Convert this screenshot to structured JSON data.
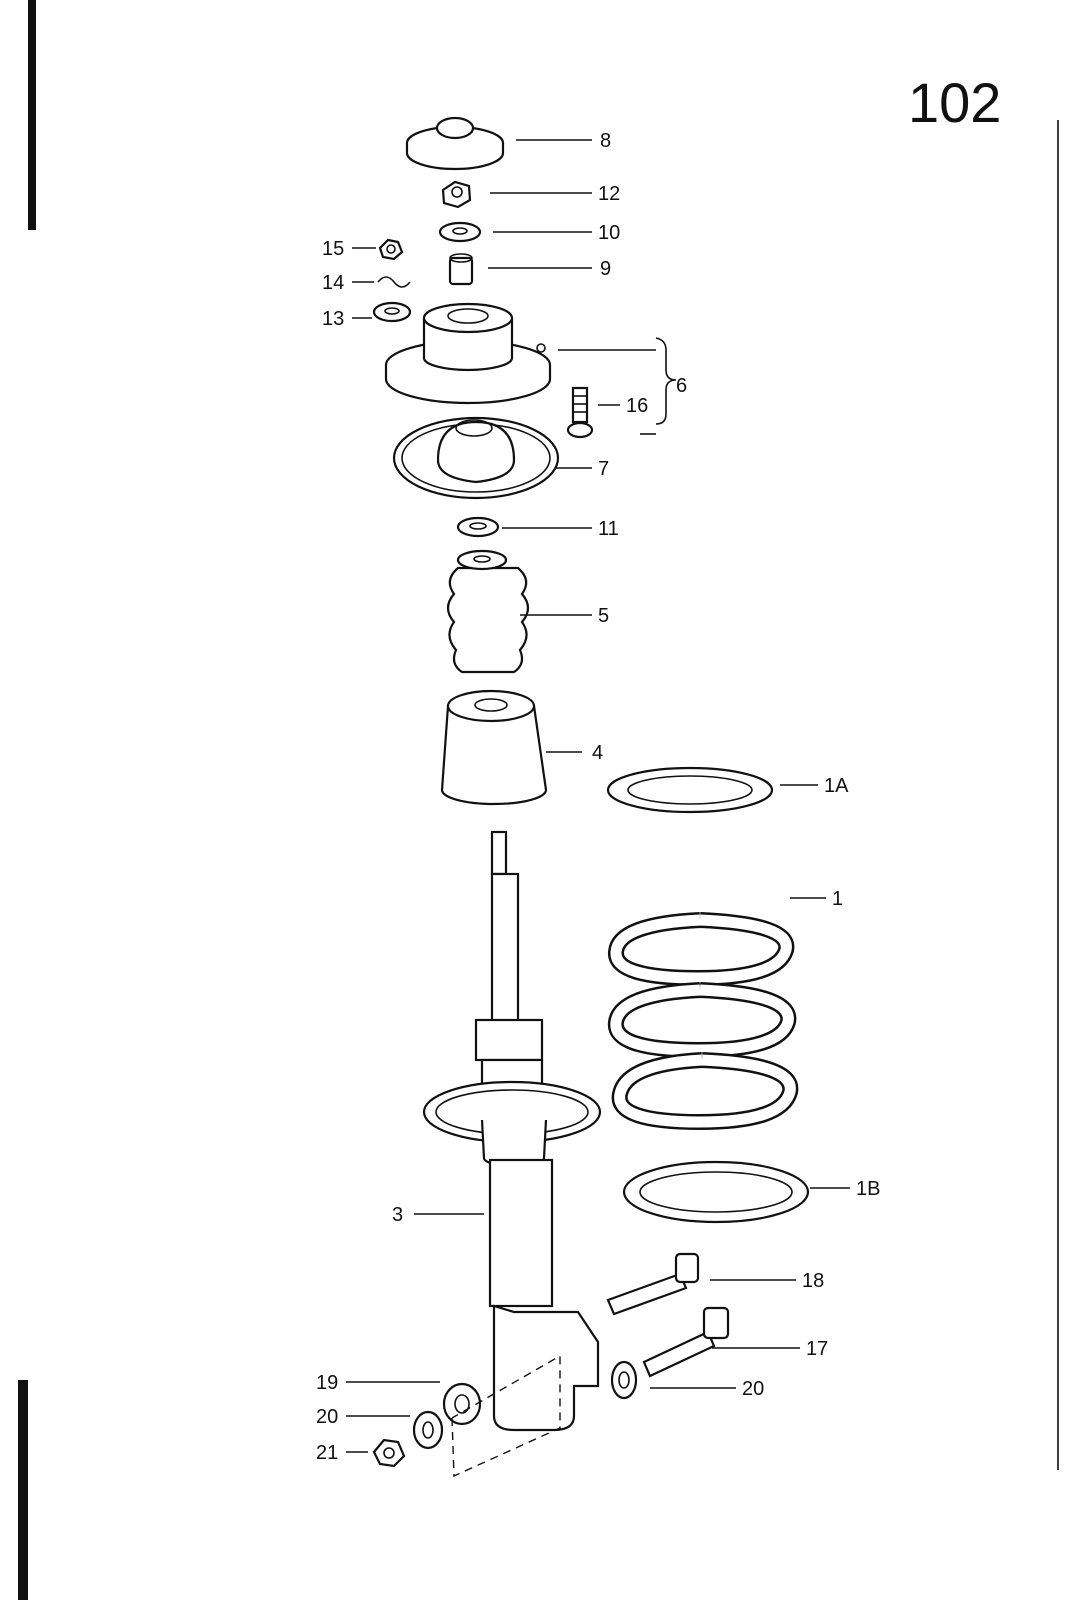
{
  "page_number": "102",
  "callouts": [
    {
      "id": "8",
      "label": "8"
    },
    {
      "id": "12",
      "label": "12"
    },
    {
      "id": "10",
      "label": "10"
    },
    {
      "id": "9",
      "label": "9"
    },
    {
      "id": "15",
      "label": "15"
    },
    {
      "id": "14",
      "label": "14"
    },
    {
      "id": "13",
      "label": "13"
    },
    {
      "id": "6",
      "label": "6"
    },
    {
      "id": "16",
      "label": "16"
    },
    {
      "id": "7",
      "label": "7"
    },
    {
      "id": "11",
      "label": "11"
    },
    {
      "id": "5",
      "label": "5"
    },
    {
      "id": "4",
      "label": "4"
    },
    {
      "id": "1A",
      "label": "1A"
    },
    {
      "id": "1",
      "label": "1"
    },
    {
      "id": "3",
      "label": "3"
    },
    {
      "id": "1B",
      "label": "1B"
    },
    {
      "id": "18",
      "label": "18"
    },
    {
      "id": "17",
      "label": "17"
    },
    {
      "id": "19",
      "label": "19"
    },
    {
      "id": "20a",
      "label": "20"
    },
    {
      "id": "20b",
      "label": "20"
    },
    {
      "id": "21",
      "label": "21"
    }
  ]
}
